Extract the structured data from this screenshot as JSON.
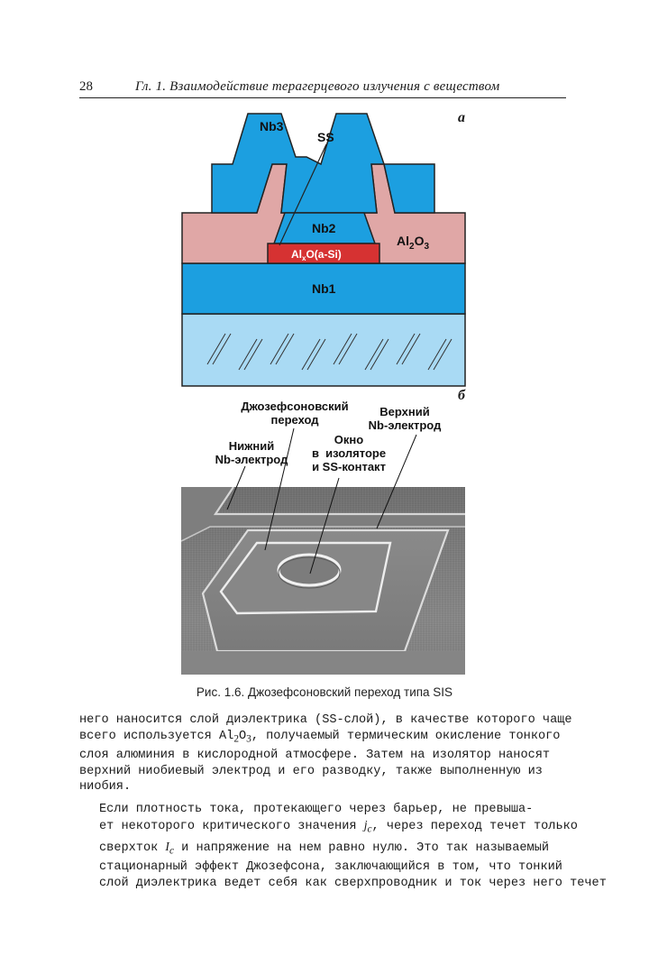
{
  "header": {
    "page_number": "28",
    "running_title": "Гл. 1. Взаимодействие терагерцевого излучения с веществом"
  },
  "figure": {
    "panel_a": {
      "letter": "а",
      "labels": {
        "nb3": "Nb3",
        "ss": "SS",
        "nb2": "Nb2",
        "al2o3_base": "Al",
        "al2o3_sub2": "2",
        "al2o3_o": "O",
        "al2o3_sub3": "3",
        "barrier_pre": "Al",
        "barrier_sub": "x",
        "barrier_post": "O(a-Si)",
        "nb1": "Nb1"
      },
      "colors": {
        "niobium": "#1c9fe0",
        "oxide": "#e0a7a6",
        "barrier": "#d63232",
        "substrate": "#a9daf4",
        "outline": "#222222"
      }
    },
    "panel_b": {
      "letter": "б",
      "labels": {
        "jj_line1": "Джозефсоновский",
        "jj_line2": "переход",
        "top_line1": "Верхний",
        "top_line2": "Nb-электрод",
        "bottom_line1": "Нижний",
        "bottom_line2": "Nb-электрод",
        "window_line1": "Окно",
        "window_line2": "в  изоляторе",
        "window_line3": "и SS-контакт"
      }
    },
    "caption": "Рис. 1.6. Джозефсоновский переход типа SIS"
  },
  "body": {
    "p1": {
      "l1": "него наносится слой диэлектрика (SS-слой), в качестве которого чаще",
      "l2_a": "всего используется Al",
      "l2_sub1": "2",
      "l2_b": "O",
      "l2_sub2": "3",
      "l2_c": ", получаемый термическим окисление тонкого",
      "l3": "слоя алюминия в кислородной атмосфере. Затем на изолятор наносят",
      "l4": "верхний ниобиевый электрод и его разводку, также выполненную из",
      "l5": "ниобия."
    },
    "p2": {
      "l1": "Если плотность тока, протекающего через барьер, не превыша-",
      "l2_a": "ет некоторого критического значения ",
      "l2_var": "j",
      "l2_sub": "c",
      "l2_b": ", через переход течет только",
      "l3_a": "сверхток ",
      "l3_var": "I",
      "l3_sub": "c",
      "l3_b": " и напряжение на нем равно нулю. Это так называемый",
      "l4": "стационарный эффект Джозефсона, заключающийся в том, что тонкий",
      "l5": "слой диэлектрика ведет себя как сверхпроводник и ток через него течет"
    }
  }
}
